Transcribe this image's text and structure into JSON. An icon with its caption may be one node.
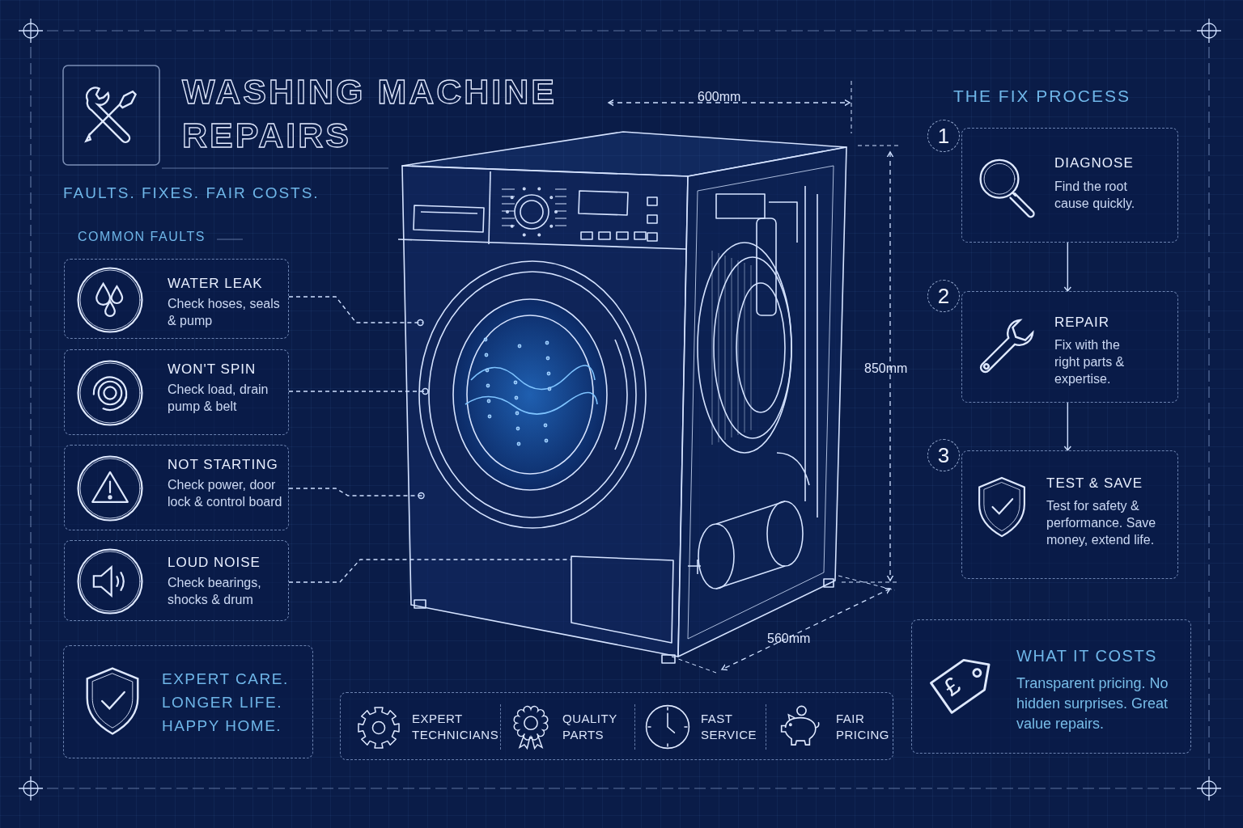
{
  "diagram": {
    "title": "WASHING MACHINE REPAIRS",
    "nodes": [
      {
        "text": [
          "WATER LEAK",
          "Check hoses, seals & pump"
        ]
      },
      {
        "text": [
          "WON'T SPIN",
          "Check load, drain pump & belt"
        ]
      },
      {
        "text": [
          "NOT STARTING",
          "Check power, door lock & control board"
        ]
      },
      {
        "text": [
          "LOUD NOISE",
          "Check bearings, shocks & drum"
        ]
      },
      {
        "text": [],
        "shape": "picture"
      },
      {
        "text": [
          "DIAGNOSE",
          "Find the root cause quickly."
        ],
        "beside": [
          "1"
        ]
      },
      {
        "text": [
          "REPAIR",
          "Fix with the right parts & expertise."
        ],
        "beside": [
          "2"
        ]
      },
      {
        "text": [
          "TEST & SAVE",
          "Test for safety & performance. Save money, extend life."
        ],
        "beside": [
          "3"
        ]
      },
      {
        "text": [
          "EXPERT CARE. LONGER LIFE. HAPPY HOME."
        ]
      },
      {
        "text": [
          "EXPERT TECHNICIANS",
          "QUALITY PARTS",
          "FAST SERVICE",
          "FAIR PRICING"
        ]
      },
      {
        "text": [
          "WHAT IT COSTS",
          "Transparent pricing. No hidden surprises. Great value repairs."
        ]
      }
    ],
    "edges": [
      {
        "from": 0,
        "to": 4,
        "arrow": "other",
        "style": "dashed"
      },
      {
        "from": 1,
        "to": 4,
        "arrow": "other",
        "style": "dashed"
      },
      {
        "from": 2,
        "to": 4,
        "arrow": "other",
        "style": "dashed"
      },
      {
        "from": 3,
        "to": 4,
        "arrow": "none",
        "style": "dashed"
      },
      {
        "from": 5,
        "to": 6,
        "arrow": "to"
      },
      {
        "from": 6,
        "to": 7,
        "arrow": "to"
      }
    ],
    "labels": [
      "FAULTS. FIXES. FAIR COSTS.",
      "COMMON FAULTS",
      "THE FIX PROCESS",
      "600mm",
      "850mm",
      "560mm",
      "£"
    ]
  }
}
